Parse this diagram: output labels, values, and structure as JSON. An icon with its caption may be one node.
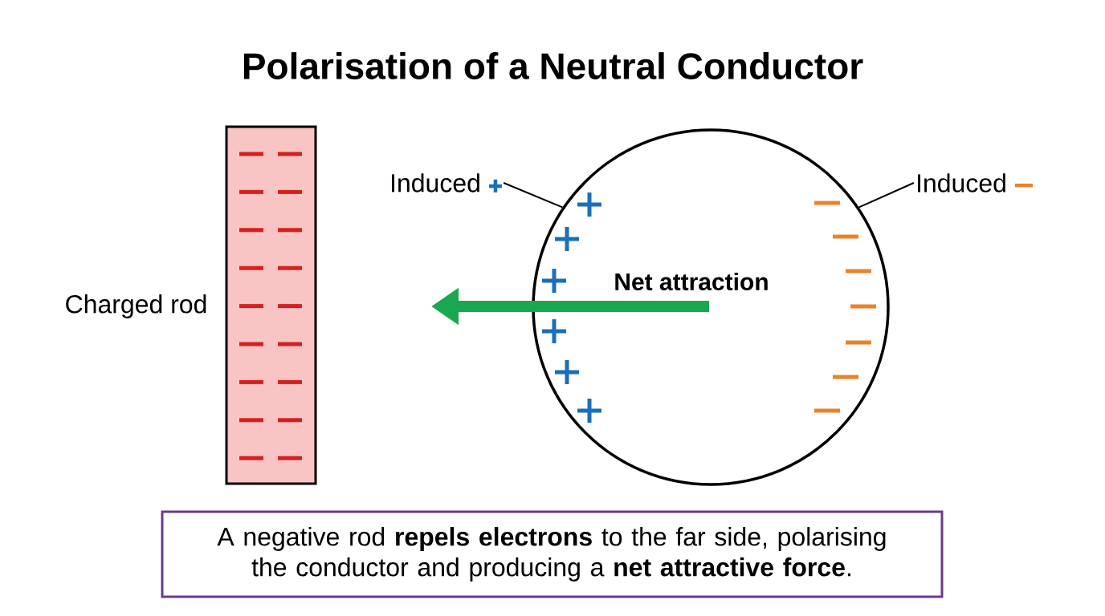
{
  "diagram": {
    "title": "Polarisation of a Neutral Conductor",
    "nodes": [
      {
        "text": [],
        "shape": "box",
        "beside": [
          "Charged rod"
        ]
      },
      {
        "text": [],
        "shape": "circle"
      },
      {
        "text": [
          "Induced"
        ]
      },
      {
        "text": [
          "Induced"
        ]
      },
      {
        "text": [
          "A negative rod **repels electrons** to the far side, polarising the conductor and producing a **net attractive force**."
        ]
      }
    ],
    "edges": [
      {
        "from": 2,
        "to": 1,
        "arrow": "none"
      },
      {
        "from": 3,
        "to": 1,
        "arrow": "none"
      }
    ],
    "labels": [
      "Net attraction"
    ]
  }
}
